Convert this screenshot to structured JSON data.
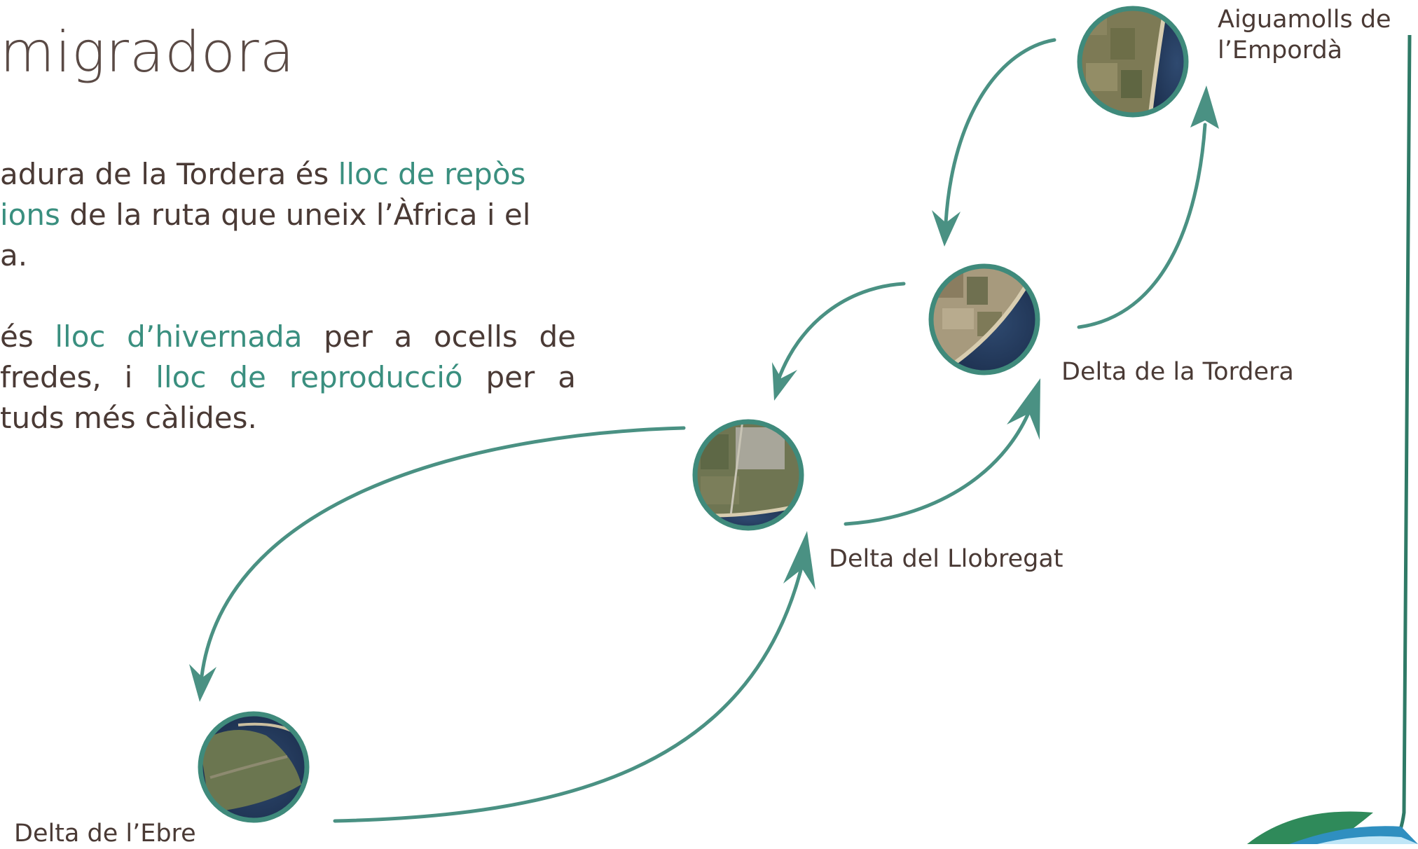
{
  "title": "migradora",
  "paragraphs": [
    {
      "lines": [
        [
          {
            "t": "adura de la Tordera és ",
            "hl": false
          },
          {
            "t": "lloc de repòs",
            "hl": true
          }
        ],
        [
          {
            "t": "ions",
            "hl": true
          },
          {
            "t": " de la ruta que uneix l’Àfrica i el",
            "hl": false
          }
        ],
        [
          {
            "t": "a.",
            "hl": false
          }
        ]
      ]
    },
    {
      "lines": [
        [
          {
            "t": "és ",
            "hl": false
          },
          {
            "t": "lloc d’hivernada",
            "hl": true
          },
          {
            "t": " per a ocells de",
            "hl": false
          }
        ],
        [
          {
            "t": " fredes, i ",
            "hl": false
          },
          {
            "t": "lloc de reproducció",
            "hl": true
          },
          {
            "t": " per a",
            "hl": false
          }
        ],
        [
          {
            "t": "tuds més càlides.",
            "hl": false
          }
        ]
      ]
    }
  ],
  "sites": {
    "emporda": {
      "line1": "Aiguamolls de",
      "line2": "l’Empordà"
    },
    "tordera": {
      "label": "Delta de la Tordera"
    },
    "llobregat": {
      "label": "Delta del Llobregat"
    },
    "ebre": {
      "label": "Delta de l’Ebre"
    }
  },
  "colors": {
    "arrow": "#4a9183",
    "ring": "#3f8a7b",
    "text": "#4a3a35",
    "highlight": "#3a8f7f",
    "title": "#5a4a45"
  }
}
